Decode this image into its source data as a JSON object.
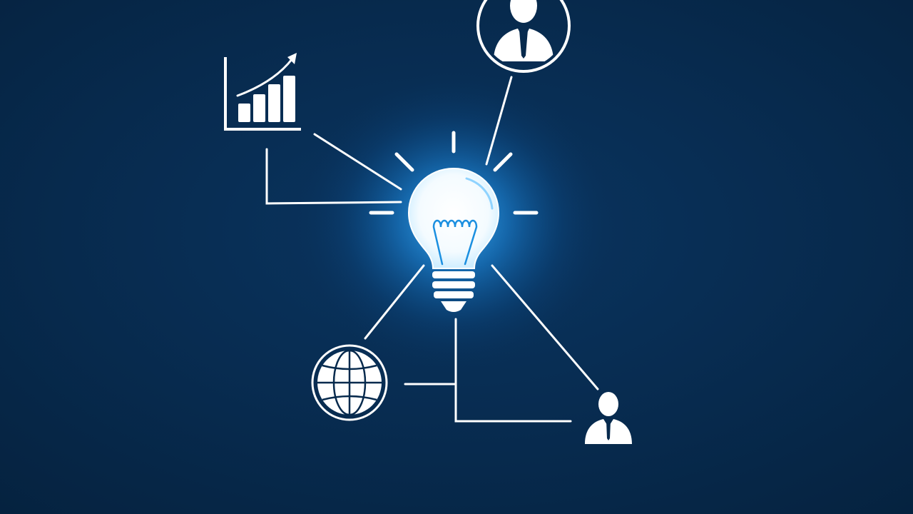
{
  "diagram": {
    "background": "#072a4d",
    "glow_color": "#1fa3ff",
    "stroke_color": "#ffffff",
    "center_node": {
      "icon": "lightbulb-icon"
    },
    "nodes": [
      {
        "id": "chart",
        "icon": "growth-bar-chart-icon"
      },
      {
        "id": "businessman-top",
        "icon": "businessman-circle-icon"
      },
      {
        "id": "globe",
        "icon": "globe-icon"
      },
      {
        "id": "businessman-bottom",
        "icon": "businessman-icon"
      }
    ]
  }
}
